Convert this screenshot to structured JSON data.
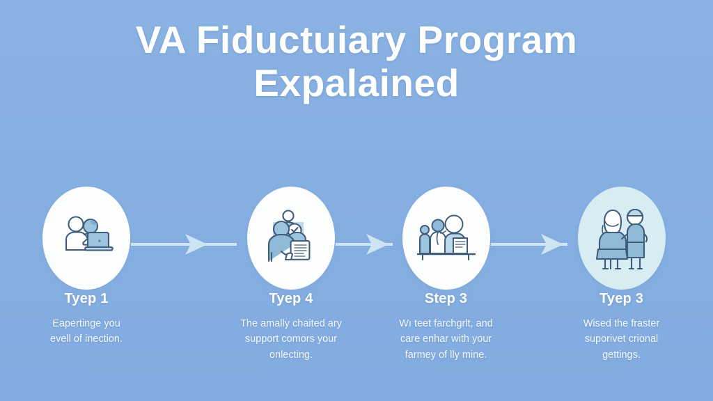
{
  "title": {
    "line1": "VA Fiductuiary Program",
    "line2": "Expalained"
  },
  "colors": {
    "background": "#86afe1",
    "bubble": "#fcfdfd",
    "bubble_tinted": "#d8ecf3",
    "arrow": "#cfe4f3",
    "icon_stroke": "#3f5d7a",
    "icon_fill": "#9cc4de",
    "text": "#ffffff"
  },
  "steps": [
    {
      "icon": "two-people-at-laptop-icon",
      "title": "Tyep 1",
      "body": "Eapertinge you\nevell of inection."
    },
    {
      "icon": "people-with-document-icon",
      "title": "Tyep 4",
      "body": "The amally chaited ary\nsupport comors your\nonlecting."
    },
    {
      "icon": "people-at-desk-icon",
      "title": "Step 3",
      "body": "Wı teet farchgrlt, and\ncare enhar with your\nfarmey of lly mine."
    },
    {
      "icon": "couple-standing-icon",
      "title": "Tyep 3",
      "body": "Wised the fraster\nsuporivet crional\ngettings."
    }
  ],
  "connectors": [
    {
      "name": "arrow-step1-to-step2"
    },
    {
      "name": "arrow-step2-to-step3"
    },
    {
      "name": "arrow-step3-to-step4"
    }
  ]
}
